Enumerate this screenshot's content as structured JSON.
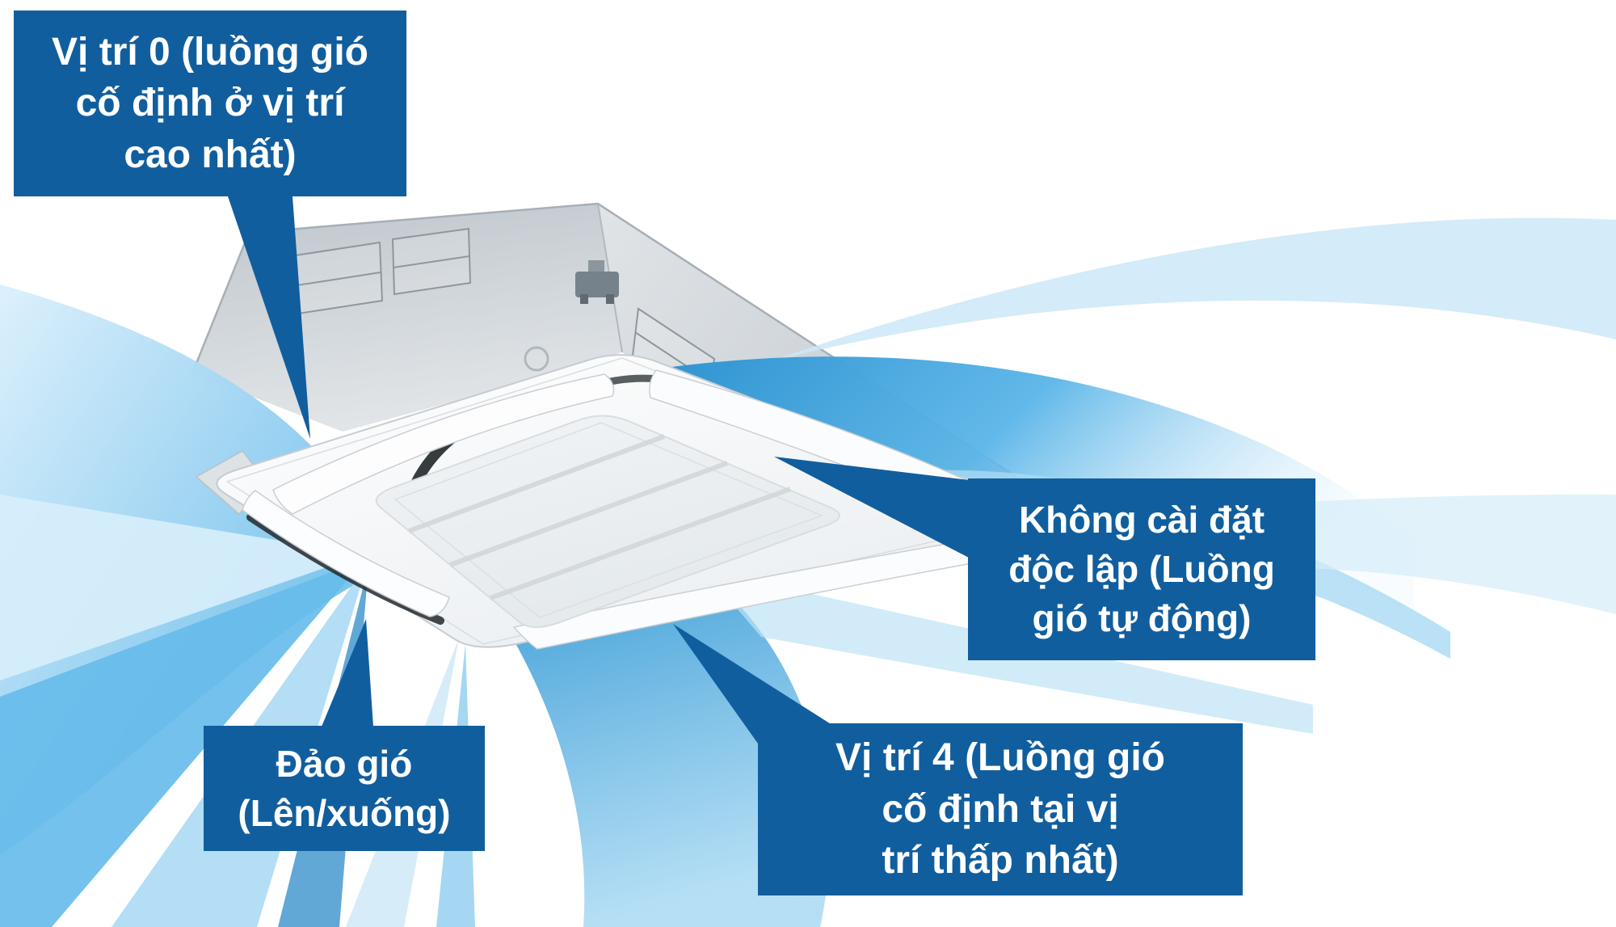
{
  "diagram": {
    "subject": "ceiling-cassette-air-conditioner-airflow-positions",
    "labels": {
      "top_left": {
        "lines": [
          "Vị trí 0 (luồng gió",
          "cố định ở vị trí",
          "cao nhất)"
        ]
      },
      "right": {
        "lines": [
          "Không cài đặt",
          "độc lập (Luồng",
          "gió tự động)"
        ]
      },
      "bottom_left": {
        "lines": [
          "Đảo gió",
          "(Lên/xuống)"
        ]
      },
      "bottom_right": {
        "lines": [
          "Vị trí 4 (Luồng gió",
          "cố định tại vị",
          "trí thấp nhất)"
        ]
      }
    },
    "colors": {
      "label_bg": "#115E9E",
      "pointer": "#115E9E",
      "airflow_strong": "#2D92D0",
      "airflow_medium": "#53B3E8",
      "airflow_light": "#9ED4F1",
      "airflow_pale": "#D6EEFB",
      "housing_gray": "#CDD3D8",
      "panel_white": "#FCFDFE"
    }
  }
}
